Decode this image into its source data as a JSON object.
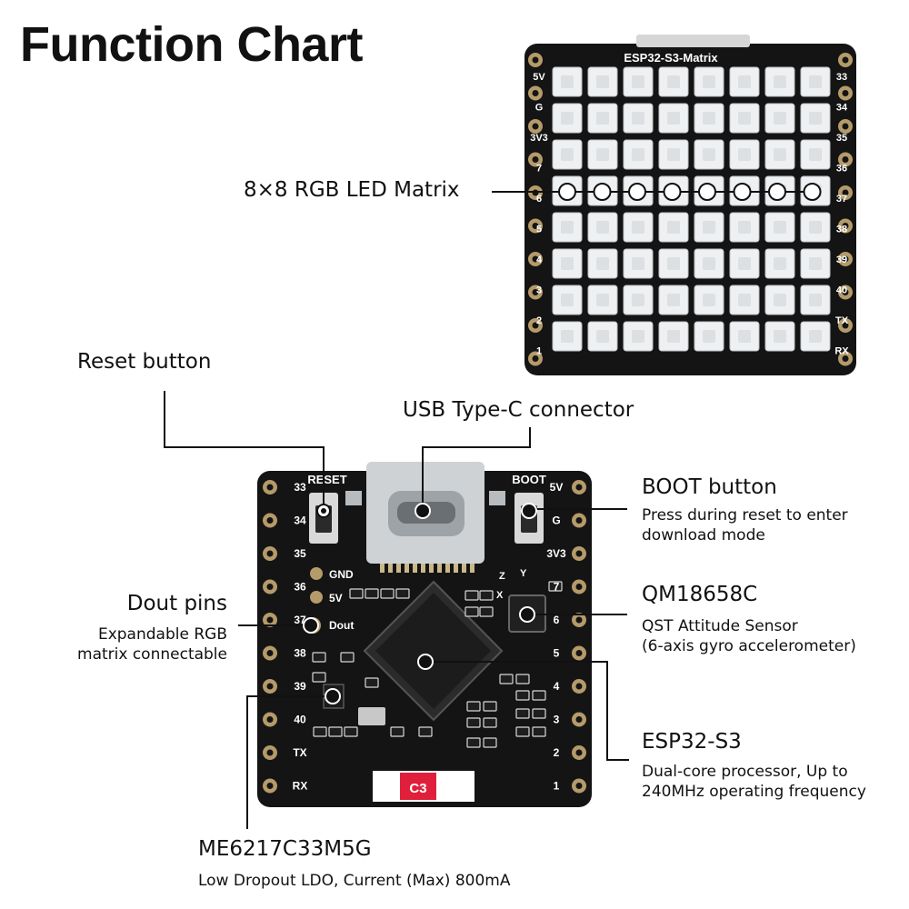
{
  "title": "Function Chart",
  "matrix_board": {
    "name": "ESP32-S3-Matrix",
    "left_pins": [
      "5V",
      "G",
      "3V3",
      "7",
      "6",
      "5",
      "4",
      "3",
      "2",
      "1"
    ],
    "right_pins": [
      "33",
      "34",
      "35",
      "36",
      "37",
      "38",
      "39",
      "40",
      "TX",
      "RX"
    ]
  },
  "bottom_board": {
    "left_pins": [
      "33",
      "34",
      "35",
      "36",
      "37",
      "38",
      "39",
      "40",
      "TX",
      "RX"
    ],
    "right_pins": [
      "5V",
      "G",
      "3V3",
      "7",
      "6",
      "5",
      "4",
      "3",
      "2",
      "1"
    ],
    "reset_label": "RESET",
    "boot_label": "BOOT",
    "gnd_label": "GND",
    "v5_label": "5V",
    "dout_label": "Dout",
    "chip_marking": "C3",
    "axis_y": "Y",
    "axis_z": "Z",
    "axis_x": "X"
  },
  "callouts": {
    "led_matrix": "8×8 RGB LED Matrix",
    "reset": "Reset button",
    "usb": "USB Type-C connector",
    "boot": "BOOT button",
    "boot_desc_1": "Press during reset to enter",
    "boot_desc_2": "download mode",
    "sensor": "QM18658C",
    "sensor_desc_1": "QST Attitude Sensor",
    "sensor_desc_2": "(6-axis gyro accelerometer)",
    "dout": "Dout pins",
    "dout_desc_1": "Expandable RGB",
    "dout_desc_2": "matrix connectable",
    "esp": "ESP32-S3",
    "esp_desc_1": "Dual-core processor,  Up to",
    "esp_desc_2": "240MHz operating frequency",
    "ldo": "ME6217C33M5G",
    "ldo_desc": "Low Dropout LDO, Current (Max) 800mA"
  },
  "colors": {
    "pcb": "#141414",
    "pad_gold": "#b59a6a",
    "led_white": "#eef0f2",
    "line": "#111111"
  }
}
